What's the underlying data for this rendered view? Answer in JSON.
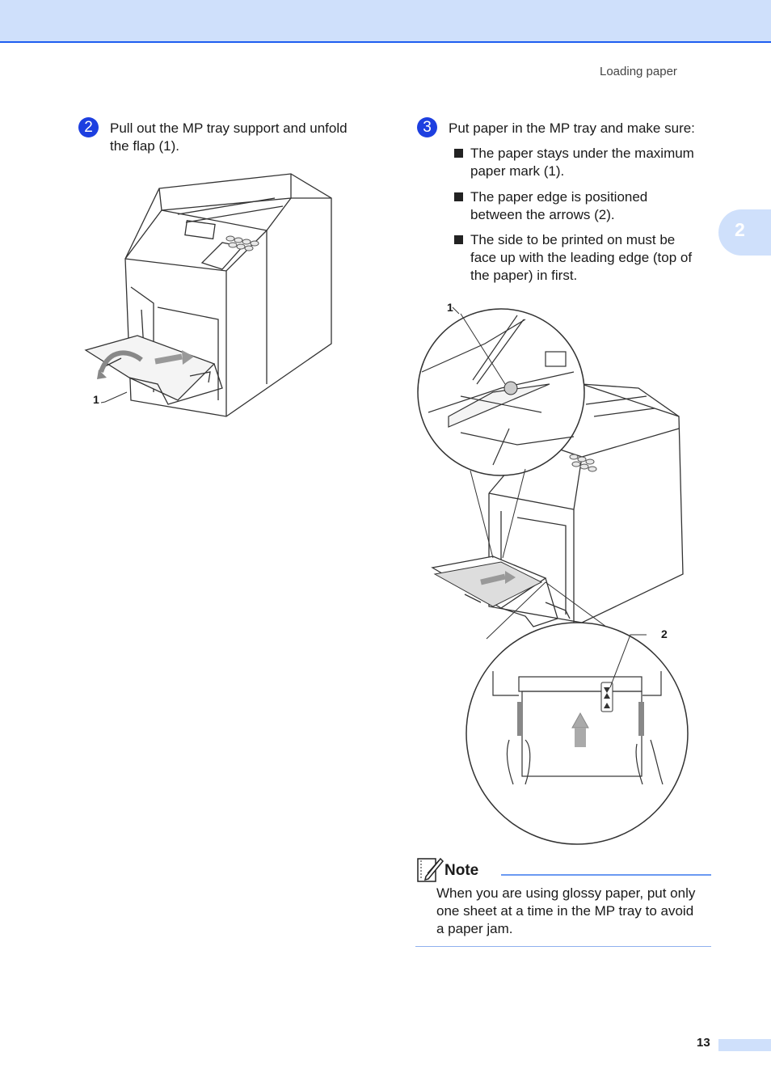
{
  "header": {
    "running_title": "Loading paper"
  },
  "chapter_tab": {
    "number": "2"
  },
  "steps": [
    {
      "badge": "2",
      "lines": [
        "Pull out the MP tray support and unfold",
        "the flap (1)."
      ],
      "callouts": [
        "1"
      ]
    },
    {
      "badge": "3",
      "intro": "Put paper in the MP tray and make sure:",
      "bullets": [
        [
          "The paper stays under the maximum",
          "paper mark (1)."
        ],
        [
          "The paper edge is positioned",
          "between the arrows (2)."
        ],
        [
          "The side to be printed on must be",
          "face up with the leading edge (top of",
          "the paper) in first."
        ]
      ],
      "callouts": [
        "1",
        "2"
      ]
    }
  ],
  "note": {
    "title": "Note",
    "lines": [
      "When you are using glossy paper, put only",
      "one sheet at a time in the MP tray to avoid",
      "a paper jam."
    ]
  },
  "footer": {
    "page_number": "13"
  },
  "colors": {
    "band": "#cfe0fb",
    "accent": "#1f5ef0",
    "badge": "#1d3fe0"
  }
}
